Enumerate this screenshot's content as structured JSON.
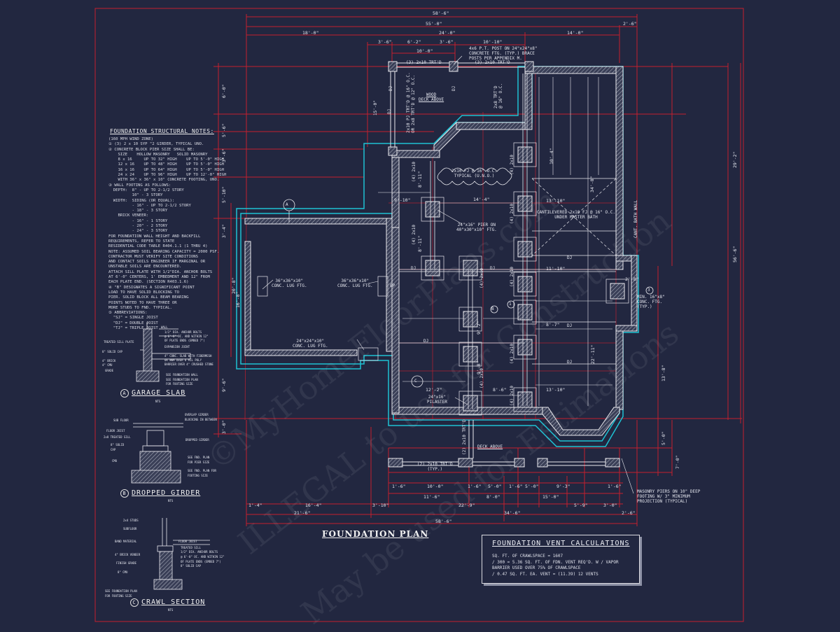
{
  "plan_title": "FOUNDATION PLAN",
  "notes": {
    "title": "FOUNDATION STRUCTURAL NOTES:",
    "lines": [
      "(160 MPH WIND ZONE)",
      "① (3) 2 x 10 SYP \"2 GIRDER, TYPICAL UNO.",
      "② CONCRETE BLOCK PIER SIZE SHALL BE:",
      "    SIZE    HOLLOW MASONRY   SOLID MASONRY",
      "    8 x 16     UP TO 32\" HIGH    UP TO 5'-0\" HIGH",
      "    12 x 16    UP TO 48\" HIGH    UP TO 5'-0\" HIGH",
      "    16 x 16    UP TO 64\" HIGH    UP TO 5'-0\" HIGH",
      "    24 x 24    UP TO 96\" HIGH    UP TO 12'-0\" HIGH",
      "    WITH 36\" x 36\" x 10\" CONCRETE FOOTING, UNO.",
      "",
      "③ WALL FOOTING AS FOLLOWS:",
      "",
      "  DEPTH:  8\" - UP TO 2-1/2 STORY",
      "          10\" - 3 STORY",
      "",
      "  WIDTH:  SIDING (OR EQUAL):",
      "          - 16\" - UP TO 2-1/2 STORY",
      "          - 18\" - 3 STORY",
      "    BRICK VENEER:",
      "          - 16\" - 1 STORY",
      "          - 20\" - 2 STORY",
      "          - 24\" - 3 STORY",
      "",
      "FOR FOUNDATION WALL HEIGHT AND BACKFILL",
      "REQUIREMENTS, REFER TO STATE",
      "RESIDENTIAL CODE TABLE R404.1.1 (1 THRU 4)",
      "NOTE: ASSUMED SOIL BEARING CAPACITY = 2000 PSF.",
      "CONTRACTOR MUST VERIFY SITE CONDITIONS",
      "AND CONTACT SOILS ENGINEER IF MARGINAL OR",
      "UNSTABLE SOILS ARE ENCOUNTERED.",
      "",
      "ATTACH SILL PLATE WITH 1/2\"DIA. ANCHOR BOLTS",
      "AT 6'-0\" CENTERS, 1' EMBEDMENT AND 12\" FROM",
      "EACH PLATE END. (SECTION R403.1.6)",
      "",
      "④ \"B\" DESIGNATES A SIGNIFICANT POINT",
      "LOAD TO HAVE SOLID BLOCKING TO",
      "PIER. SOLID BLOCK ALL BEAM BEARING",
      "POINTS NOTED TO HAVE THREE OR",
      "MORE STUDS TO FND. TYPICAL.",
      "",
      "⑤ ABBREVIATIONS:",
      "",
      "  \"SJ\" = SINGLE JOIST",
      "  \"DJ\" = DOUBLE JOIST",
      "  \"TJ\" = TRIPLE JOIST"
    ]
  },
  "details": {
    "garage_slab": {
      "marker": "A",
      "title": "GARAGE SLAB",
      "scale": "NTS",
      "labels": [
        "WALL",
        "1/2\" DIA. ANCHOR BOLTS",
        "@ 6'-0\" OC. AND WITHIN 12\"",
        "OF PLATE ENDS (EMBED 7\")",
        "TREATED SILL PLATE",
        "EXPANSION JOINT",
        "8\" SOLID CAP",
        "4\" BRICK",
        "4\" CMU",
        "4\" CONC. SLAB WITH FIBERMESH",
        "OR WWM OVER 6 MIL POLY",
        "BARRIER OVER 4\" CRUSHED STONE",
        "GRADE",
        "SEE FOUNDATION WALL",
        "SEE FOUNDATION PLAN",
        "FOR FOOTING SIZE"
      ]
    },
    "dropped_girder": {
      "marker": "B",
      "title": "DROPPED GIRDER",
      "scale": "NTS",
      "labels": [
        "SUB FLOOR",
        "OVERLAP GIRDER",
        "BLOCKING IN BETWEEN",
        "FLOOR JOIST",
        "2x8 TREATED SILL",
        "DROPPED GIRDER",
        "8\" SOLID",
        "CAP",
        "CMU",
        "SEE FND. PLAN",
        "FOR PIER SIZE",
        "SEE FND. PLAN FOR",
        "FOOTING SIZE"
      ]
    },
    "crawl_section": {
      "marker": "C",
      "title": "CRAWL SECTION",
      "scale": "NTS",
      "labels": [
        "2x4 STUDS",
        "SUBFLOOR",
        "BAND MATERIAL",
        "FLOOR JOIST",
        "1/2\" DIA. ANCHOR BOLTS",
        "@ 6'-0\" OC. AND WITHIN 12\"",
        "OF PLATE ENDS (EMBED 7\")",
        "TREATED SILL",
        "4\" BRICK VENEER",
        "8\" SOLID CAP",
        "FINISH GRADE",
        "8\" CMU",
        "SEE FOUNDATION PLAN",
        "FOR FOOTING SIZE"
      ]
    }
  },
  "dimensions": {
    "top_overall": "58'-6\"",
    "top_row1": [
      "55'-0\"",
      "2'-6\""
    ],
    "top_row2": [
      "18'-0\"",
      "24'-0\"",
      "14'-0\""
    ],
    "top_row3": [
      "3'-6\"",
      "6'-2\"",
      "3'-6\"",
      "10'-10\""
    ],
    "top_row4": [
      "10'-0\""
    ],
    "bottom_row1": [
      "1'-6\"",
      "10'-0\"",
      "1'-6\"",
      "5'-0\"",
      "1'-6\"",
      "5'-0\"",
      "9'-3\"",
      "1'-6\""
    ],
    "bottom_row2": [
      "11'-6\"",
      "8'-0\"",
      "15'-0\""
    ],
    "bottom_row3": [
      "1'-4\"",
      "16'-4\"",
      "3'-10\"",
      "22'-9\"",
      "5'-9\"",
      "3'-0\""
    ],
    "bottom_row4": [
      "21'-6\"",
      "34'-6\"",
      "2'-6\""
    ],
    "bottom_overall": "58'-6\"",
    "left": [
      "6'-0\"",
      "5'-6\"",
      "3'-6\"",
      "5'-10\"",
      "3'-4\"",
      "20'-8\"",
      "9'-6\"",
      "3'-0\""
    ],
    "right": [
      "29'-2\"",
      "56'-6\"",
      "13'-8\"",
      "5'-0\"",
      "7'-0\""
    ],
    "interior": [
      "9'-10\"",
      "14'-4\"",
      "13'-10\"",
      "11'-10\"",
      "12'-2\"",
      "8'-6\"",
      "13'-10\"",
      "22'-11\"",
      "34'-8\"",
      "10'-4\"",
      "16'-8\"",
      "8'-11\"",
      "8'-11\"",
      "9'-8\"",
      "9'-2\"",
      "8'-7\"",
      "2'-8\""
    ]
  },
  "annotations": {
    "top_post": "4x6 P.T. POST ON 24\"x24\"x8\"\nCONCRETE FTG. (TYP.) BRACE\nPOSTS PER APPENDIX M.",
    "trtd_left": "(3) 2x10 TRT'D",
    "trtd_right": "(3) 2x10 TRT'D",
    "wood_deck": "WOOD\nDECK ABOVE",
    "fj_typical": "2x10 FJ @ 16\" O.C.\nTYPICAL (U.N.O.)",
    "pier": "24\"x16\" PIER ON\n40\"x30\"x10\" FTG.",
    "cantilever": "CANTILEVERED 2x10 FJ @ 16\" O.C.\nUNDER MASTER BATH",
    "cant_bath": "CANT. BATH WALL",
    "lug1": "36\"x36\"x10\"\nCONC. LUG FTG.",
    "lug2": "36\"x36\"x10\"\nCONC. LUG FTG.",
    "lug3": "24\"x24\"x10\"\nCONC. LUG FTG.",
    "pilaster": "24\"x16\"\nPILASTER",
    "deck_above": "DECK ABOVE",
    "trtd_bottom": "(2) 2x10 TRT'D\n(TYP.)",
    "masonry_piers": "MASONRY PIERS ON 10\" DEEP\nFOOTING W/ 3\" MINIMUM\nPROJECTION (TYPICAL)",
    "min_conc": "MIN. 16\"x8\"\nCONC. FTG.\n(TYP.)",
    "trtd_vertical": "(2) 2x10 TRT'D",
    "trtd_right_v": "2x8 TRT'D\n@ 16\" O.C.",
    "pj_vert": "2x10 PJ TRT'D @ 16\" O.C.\nOR 2x8 TRT'D @ 12\" O.C.",
    "dj": "DJ",
    "girder": "(4) 2x10",
    "marker_a": "A",
    "marker_c": "C",
    "marker_b": "B",
    "num1": "1",
    "num3": "3",
    "pier_note_small": "15'-0\"",
    "bp": "BP"
  },
  "vent_calc": {
    "title": "FOUNDATION VENT CALCULATIONS",
    "lines": [
      "SQ. FT. OF CRAWLSPACE = 1607",
      "/ 300 = 5.36 SQ. FT. OF FDN. VENT REQ'D. W / VAPOR",
      "BARRIER USED OVER 75% OF CRAWLSPACE",
      "/ 0.47 SQ. FT. EA. VENT = (11.39) 12 VENTS"
    ]
  },
  "watermark": [
    "©MyHomeFloorPlans.com",
    "ILLEGAL to use for Construction",
    "May be used for Estimations"
  ],
  "colors": {
    "background": "#222740",
    "dimension_red": "#c41f2e",
    "wall_white": "#e9e9ee",
    "hatch_gray": "#9aa0b2",
    "footing_cyan": "#1ec2d3"
  }
}
